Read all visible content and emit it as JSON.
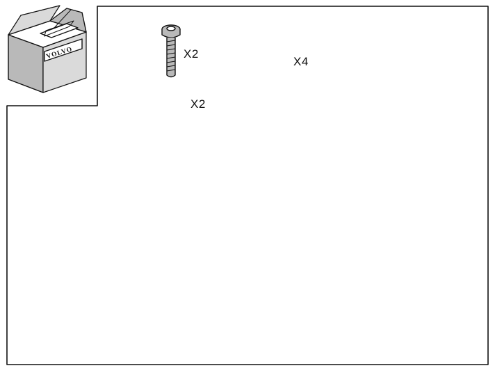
{
  "box": {
    "brand": "VOLVO"
  },
  "parts": {
    "bolt": {
      "qty": "X2"
    },
    "nut": {
      "qty": "X2"
    },
    "cable_tie": {
      "qty": "X4"
    }
  },
  "icons": [
    "kit-box-icon",
    "bolt-icon",
    "flange-nut-icon",
    "cable-tie-icon",
    "bracket-icon",
    "wiring-harness-icon",
    "connector-cap-icon"
  ],
  "colors": {
    "line": "#111111",
    "fill_grey": "#b9b9b9",
    "background": "#ffffff"
  }
}
